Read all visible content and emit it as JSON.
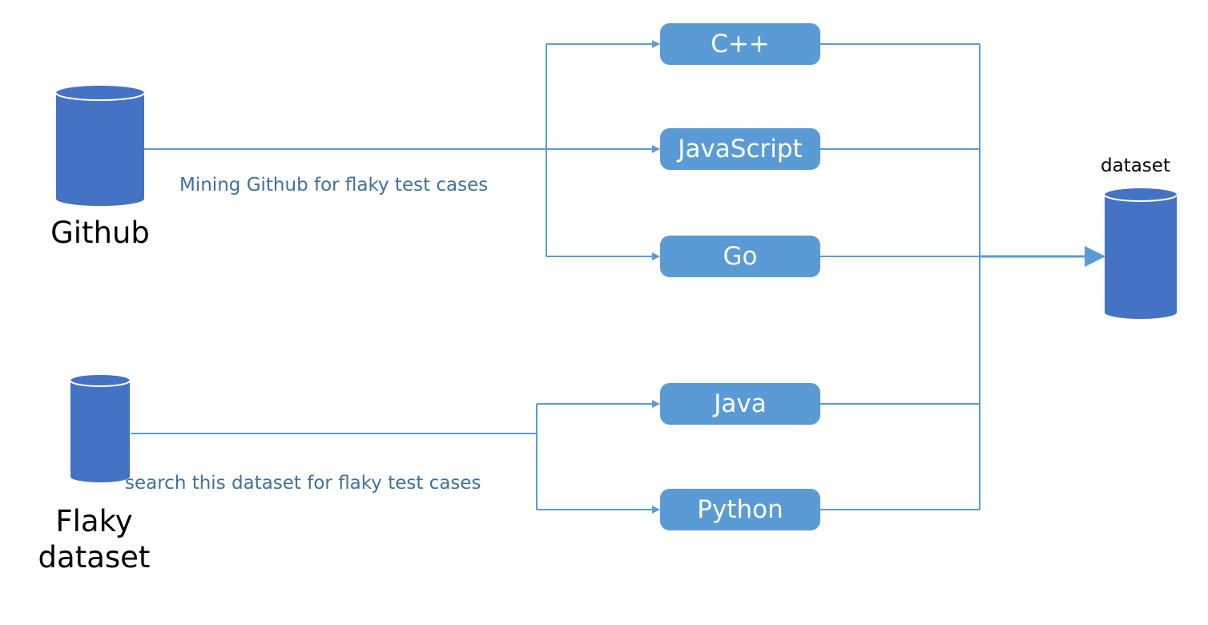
{
  "colors": {
    "db_fill": "#4472C4",
    "box_fill": "#5B9BD5",
    "line": "#5B9BD5",
    "edge_text": "#41719C"
  },
  "sources": {
    "github": {
      "label": "Github"
    },
    "flaky": {
      "label": "Flaky\ndataset"
    }
  },
  "edge_labels": {
    "github": "Mining Github for flaky test cases",
    "flaky": "search this dataset for flaky test cases"
  },
  "languages": {
    "cpp": "C++",
    "javascript": "JavaScript",
    "go": "Go",
    "java": "Java",
    "python": "Python"
  },
  "target": {
    "label": "dataset"
  }
}
